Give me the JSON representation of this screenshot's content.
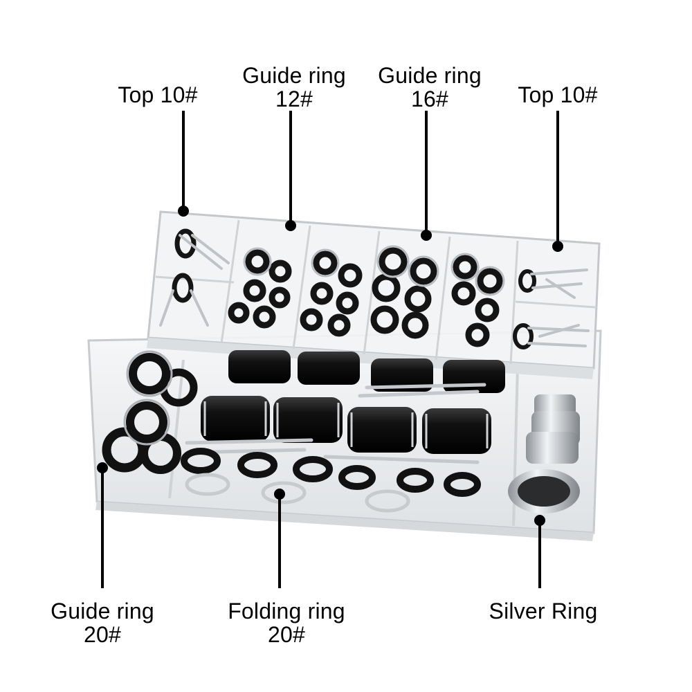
{
  "callouts": {
    "top_left": {
      "line1": "Top 10#"
    },
    "guide_12": {
      "line1": "Guide ring",
      "line2": "12#"
    },
    "guide_16": {
      "line1": "Guide ring",
      "line2": "16#"
    },
    "top_right": {
      "line1": "Top 10#"
    },
    "guide_20": {
      "line1": "Guide ring",
      "line2": "20#"
    },
    "folding_20": {
      "line1": "Folding ring",
      "line2": "20#"
    },
    "silver": {
      "line1": "Silver Ring"
    }
  },
  "colors": {
    "background": "#ffffff",
    "box_plastic": "#eef0f2",
    "ring_black": "#151515",
    "steel": "#c9ccd0",
    "leader_line": "#000000"
  }
}
